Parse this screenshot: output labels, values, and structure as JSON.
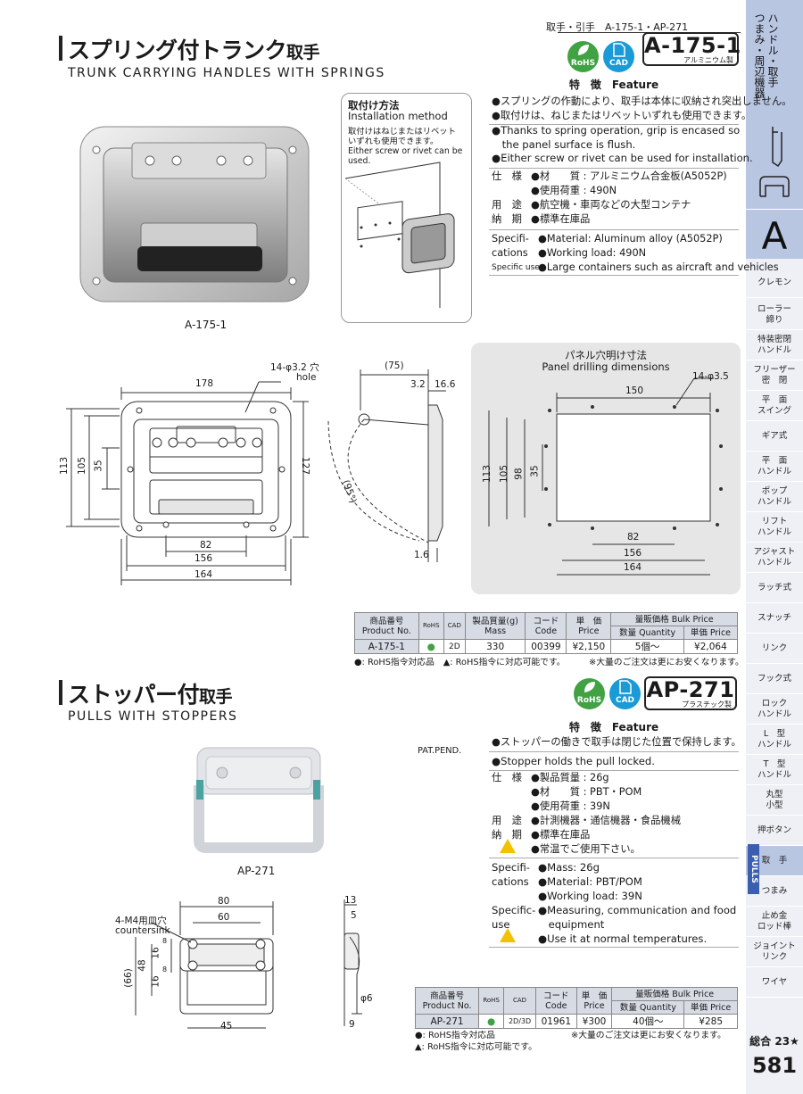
{
  "header": {
    "category": "取手・引手　A-175-1・AP-271"
  },
  "sidebar": {
    "title_lines": [
      "ハンドル・取手",
      "つまみ・周辺機器"
    ],
    "letter": "A",
    "pulls_tag": "PULLS",
    "items": [
      {
        "label": "クレモン"
      },
      {
        "label": "ローラー\n締り"
      },
      {
        "label": "特装密閉\nハンドル"
      },
      {
        "label": "フリーザー\n密　閉"
      },
      {
        "label": "平　面\nスイング"
      },
      {
        "label": "ギア式"
      },
      {
        "label": "平　面\nハンドル"
      },
      {
        "label": "ポップ\nハンドル"
      },
      {
        "label": "リフト\nハンドル"
      },
      {
        "label": "アジャスト\nハンドル"
      },
      {
        "label": "ラッチ式"
      },
      {
        "label": "スナッチ"
      },
      {
        "label": "リンク"
      },
      {
        "label": "フック式"
      },
      {
        "label": "ロック\nハンドル"
      },
      {
        "label": "L　型\nハンドル"
      },
      {
        "label": "T　型\nハンドル"
      },
      {
        "label": "丸型\n小型"
      },
      {
        "label": "押ボタン"
      },
      {
        "label": "取　手"
      },
      {
        "label": "つまみ"
      },
      {
        "label": "止め金\nロッド棒"
      },
      {
        "label": "ジョイント\nリンク"
      },
      {
        "label": "ワイヤ"
      }
    ],
    "total": "総合 23★",
    "page": "581"
  },
  "badges": {
    "rohs": "RoHS",
    "cad": "CAD"
  },
  "s1": {
    "title_main": "スプリング付トランク",
    "title_small": "取手",
    "title_en": "TRUNK CARRYING HANDLES WITH SPRINGS",
    "code": "A-175-1",
    "material_tag": "アルミニウム製",
    "photo_label": "A-175-1",
    "install": {
      "title_ja": "取付け方法",
      "title_en": "Installation method",
      "lines_ja": [
        "取付けはねじまたはリベット",
        "いずれも使用できます。"
      ],
      "lines_en": [
        "Either screw or rivet can be",
        "used."
      ]
    },
    "feature_head": "特　徴　Feature",
    "features_ja": [
      "●スプリングの作動により、取手は本体に収納され突出しません。",
      "●取付けは、ねじまたはリベットいずれも使用できます。"
    ],
    "features_en": [
      "●Thanks to spring operation, grip is encased so",
      "　the panel surface is flush.",
      "●Either screw or rivet can be used for installation."
    ],
    "spec_ja": [
      {
        "label": "仕　様",
        "value": "●材　　質 : アルミニウム合金板(A5052P)"
      },
      {
        "label": "",
        "value": "●使用荷重 : 490N"
      },
      {
        "label": "用　途",
        "value": "●航空機・車両などの大型コンテナ"
      },
      {
        "label": "納　期",
        "value": "●標準在庫品"
      }
    ],
    "spec_en": [
      {
        "label": "Specifi-",
        "value": "●Material: Aluminum alloy (A5052P)"
      },
      {
        "label": "cations",
        "value": "●Working load: 490N"
      },
      {
        "label": "Specific use",
        "value": "●Large containers such as aircraft and vehicles"
      }
    ],
    "dims": {
      "d178": "178",
      "hole": "14-φ3.2 穴",
      "hole_en": "hole",
      "d113": "113",
      "d105": "105",
      "d35": "35",
      "d127": "127",
      "d82": "82",
      "d156": "156",
      "d164": "164",
      "d75": "(75)",
      "d32": "3.2",
      "d166": "16.6",
      "d95": "(95°)",
      "d16": "1.6"
    },
    "panel": {
      "title_ja": "パネル穴明け寸法",
      "title_en": "Panel drilling dimensions",
      "d150": "150",
      "hole": "14-φ3.5",
      "d113": "113",
      "d105": "105",
      "d98": "98",
      "d35": "35",
      "d82": "82",
      "d156": "156",
      "d164": "164"
    },
    "table": {
      "h_product": "商品番号",
      "h_product_en": "Product No.",
      "h_rohs": "RoHS",
      "h_cad": "CAD",
      "h_mass": "製品質量(g)",
      "h_mass_en": "Mass",
      "h_code": "コード",
      "h_code_en": "Code",
      "h_price": "単　価",
      "h_price_en": "Price",
      "h_bulk": "量販価格 Bulk Price",
      "h_qty": "数量 Quantity",
      "h_unit": "単価 Price",
      "row": {
        "product": "A-175-1",
        "rohs": "●",
        "cad": "2D",
        "mass": "330",
        "code": "00399",
        "price": "¥2,150",
        "qty": "5個〜",
        "bulk_price": "¥2,064"
      }
    },
    "notes": {
      "rohs": "●: RoHS指令対応品　▲: RoHS指令に対応可能です。",
      "bulk": "※大量のご注文は更にお安くなります。"
    }
  },
  "s2": {
    "title_main": "ストッパー付",
    "title_small": "取手",
    "title_en": "PULLS WITH STOPPERS",
    "code": "AP-271",
    "material_tag": "プラスチック製",
    "photo_label": "AP-271",
    "pat": "PAT.PEND.",
    "feature_head": "特　徴　Feature",
    "features_ja": [
      "●ストッパーの働きで取手は閉じた位置で保持します。"
    ],
    "features_en": [
      "●Stopper holds the pull locked."
    ],
    "spec_ja": [
      {
        "label": "仕　様",
        "value": "●製品質量 : 26g"
      },
      {
        "label": "",
        "value": "●材　　質 : PBT・POM"
      },
      {
        "label": "",
        "value": "●使用荷重 : 39N"
      },
      {
        "label": "用　途",
        "value": "●計測機器・通信機器・食品機械"
      },
      {
        "label": "納　期",
        "value": "●標準在庫品"
      },
      {
        "label": "",
        "value": "●常温でご使用下さい。"
      }
    ],
    "spec_en": [
      {
        "label": "Specifi-",
        "value": "●Mass: 26g"
      },
      {
        "label": "cations",
        "value": "●Material: PBT/POM"
      },
      {
        "label": "",
        "value": "●Working load: 39N"
      },
      {
        "label": "Specific-",
        "value": "●Measuring, communication and food"
      },
      {
        "label": "use",
        "value": "　equipment"
      },
      {
        "label": "",
        "value": "●Use it at normal temperatures."
      }
    ],
    "dims": {
      "d80": "80",
      "d60": "60",
      "hole": "4-M4用皿穴",
      "hole_en": "countersink",
      "d66": "(66)",
      "d48": "48",
      "d16a": "16",
      "d16b": "16",
      "d8a": "8",
      "d8b": "8",
      "d45": "45",
      "d13": "13",
      "d5": "5",
      "d6": "φ6",
      "d9": "9"
    },
    "table": {
      "h_product": "商品番号",
      "h_product_en": "Product No.",
      "h_rohs": "RoHS",
      "h_cad": "CAD",
      "h_code": "コード",
      "h_code_en": "Code",
      "h_price": "単　価",
      "h_price_en": "Price",
      "h_bulk": "量販価格 Bulk Price",
      "h_qty": "数量 Quantity",
      "h_unit": "単価 Price",
      "row": {
        "product": "AP-271",
        "rohs": "●",
        "cad": "2D/3D",
        "code": "01961",
        "price": "¥300",
        "qty": "40個〜",
        "bulk_price": "¥285"
      }
    },
    "notes": {
      "rohs1": "●: RoHS指令対応品",
      "rohs2": "▲: RoHS指令に対応可能です。",
      "bulk": "※大量のご注文は更にお安くなります。"
    }
  }
}
